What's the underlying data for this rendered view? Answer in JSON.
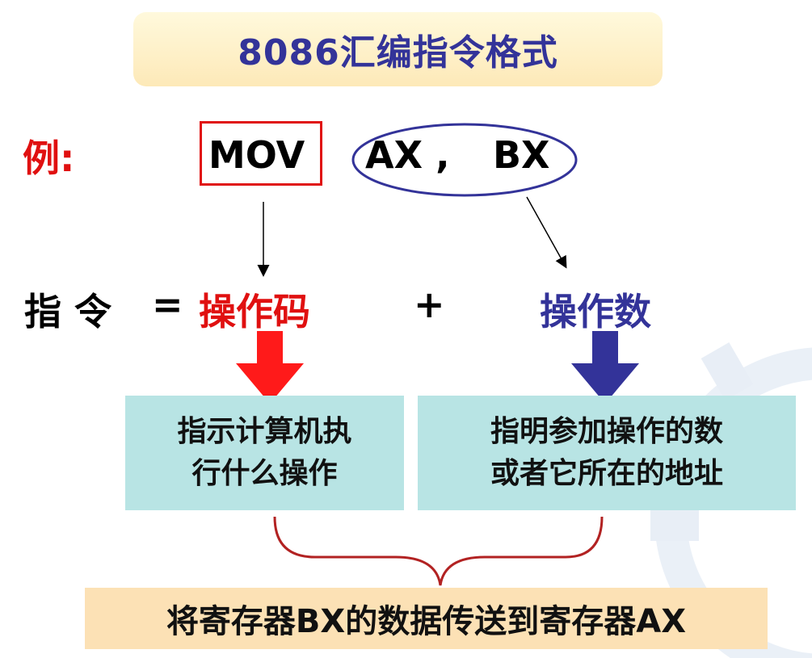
{
  "title": "8086汇编指令格式",
  "example": {
    "label": "例:",
    "mnemonic": "MOV",
    "operand1": "AX ,",
    "operand2": "BX"
  },
  "equation": {
    "instruction": "指 令",
    "equals": "=",
    "opcode": "操作码",
    "plus": "+",
    "operand": "操作数"
  },
  "explanations": {
    "opcode_line1": "指示计算机执",
    "opcode_line2": "行什么操作",
    "operand_line1": "指明参加操作的数",
    "operand_line2": "或者它所在的地址"
  },
  "result": "将寄存器BX的数据传送到寄存器AX",
  "colors": {
    "red": "#e01010",
    "navy": "#333399",
    "teal_box": "#b8e4e4",
    "title_bg": "#fde9b8",
    "result_bg": "#fce1b5",
    "brace": "#b22222"
  }
}
